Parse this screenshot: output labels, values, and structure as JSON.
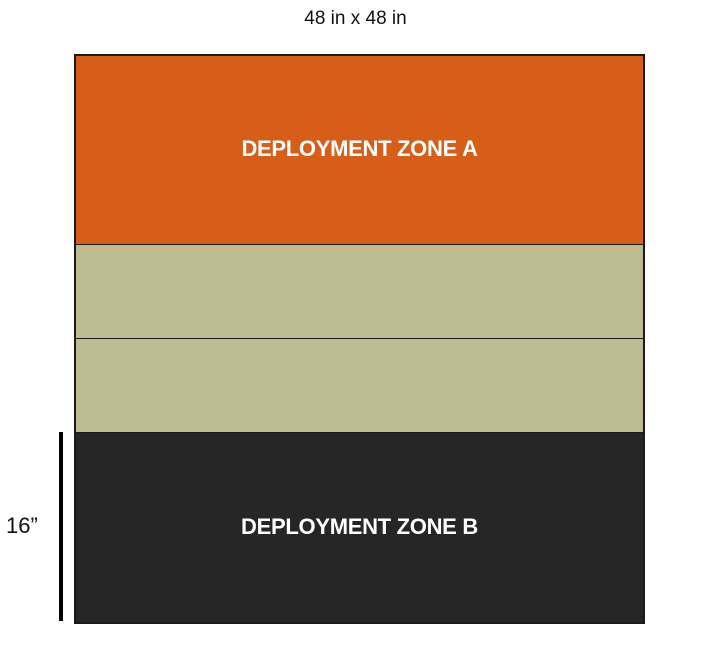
{
  "title": "48 in x 48 in",
  "zones": {
    "top": {
      "label": "DEPLOYMENT ZONE A",
      "color": "#d75e18"
    },
    "neutral_color": "#bcbb91",
    "bottom": {
      "label": "DEPLOYMENT ZONE B",
      "color": "#262626"
    }
  },
  "measurement": {
    "label": "16”"
  }
}
